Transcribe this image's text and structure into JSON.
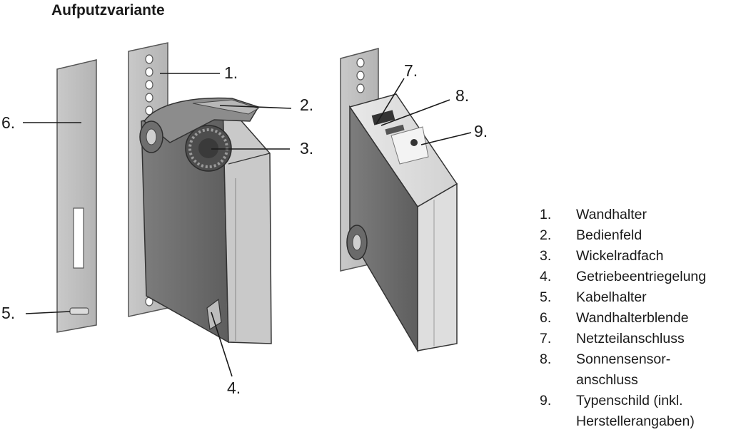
{
  "title": "Aufputzvariante",
  "callouts": {
    "c1": "1.",
    "c2": "2.",
    "c3": "3.",
    "c4": "4.",
    "c5": "5.",
    "c6": "6.",
    "c7": "7.",
    "c8": "8.",
    "c9": "9."
  },
  "legend": [
    {
      "num": "1.",
      "text": "Wandhalter"
    },
    {
      "num": "2.",
      "text": "Bedienfeld"
    },
    {
      "num": "3.",
      "text": "Wickelradfach"
    },
    {
      "num": "4.",
      "text": "Getriebeentriegelung"
    },
    {
      "num": "5.",
      "text": "Kabelhalter"
    },
    {
      "num": "6.",
      "text": "Wandhalterblende"
    },
    {
      "num": "7.",
      "text": "Netzteilanschluss"
    },
    {
      "num": "8.",
      "text": "Sonnensensor-\nanschluss"
    },
    {
      "num": "9.",
      "text": "Typenschild (inkl.\nHerstellerangaben)"
    }
  ]
}
